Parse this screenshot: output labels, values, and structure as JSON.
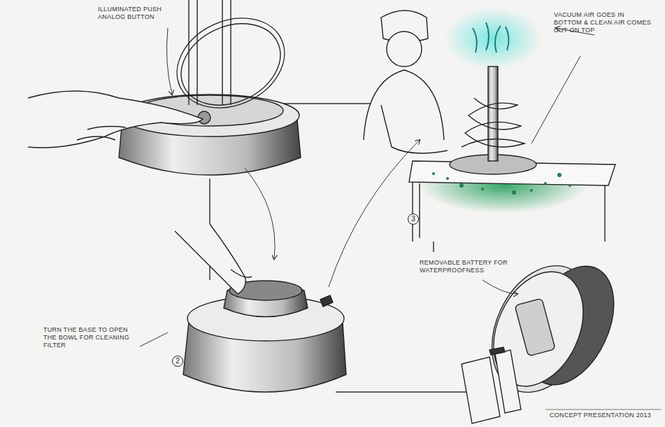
{
  "diagram": {
    "labels": [
      "ILLUMINATED PUSH ANALOG BUTTON",
      "VACUUM AIR GOES IN BOTTOM & CLEAN AIR COMES OUT ON TOP",
      "TURN THE BASE TO OPEN THE BOWL FOR CLEANING FILTER",
      "2",
      "3",
      "REMOVABLE BATTERY FOR WATERPROOFNESS",
      "CONCEPT PRESENTATION 2013"
    ]
  }
}
